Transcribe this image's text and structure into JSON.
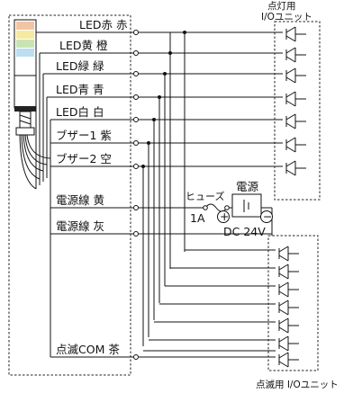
{
  "top_unit_caption": {
    "line1": "点灯用",
    "line2": "I/Oユニット"
  },
  "bottom_unit_caption": "点滅用 I/Oユニット",
  "wires": [
    {
      "label": "LED赤 赤"
    },
    {
      "label": "LED黄 橙"
    },
    {
      "label": "LED緑 緑"
    },
    {
      "label": "LED青 青"
    },
    {
      "label": "LED白 白"
    },
    {
      "label": "ブザー1 紫"
    },
    {
      "label": "ブザー2 空"
    },
    {
      "label": "電源線 黄"
    },
    {
      "label": "電源線 灰"
    },
    {
      "label": "点滅COM 茶"
    }
  ],
  "fuse": {
    "label": "ヒューズ",
    "rating": "1A"
  },
  "power": {
    "label": "電源",
    "voltage": "DC 24V",
    "plus": "+",
    "minus": "−"
  },
  "tower_colors": [
    "#f3c4a4",
    "#f6e9a0",
    "#c9e4b4",
    "#b9dff0",
    "#ffffff"
  ]
}
